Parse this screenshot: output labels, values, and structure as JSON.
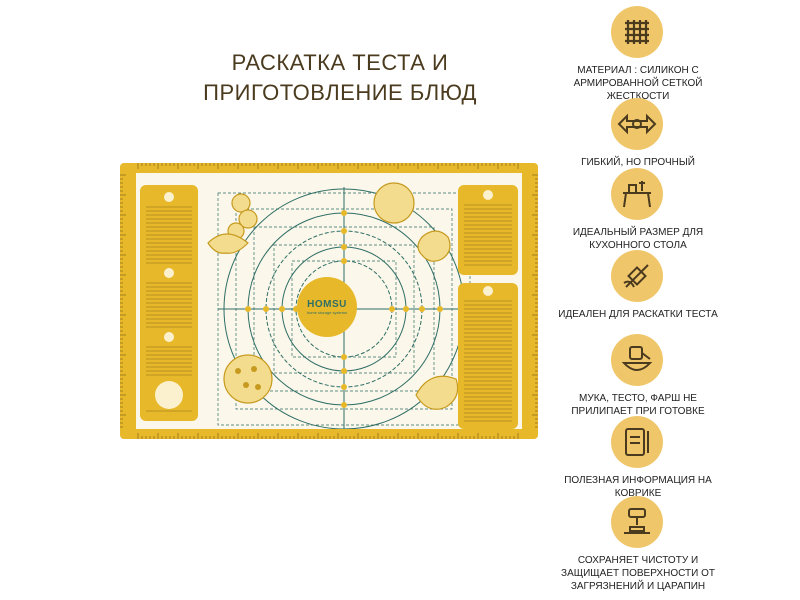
{
  "header": {
    "title_line1": "РАСКАТКА ТЕСТА И",
    "title_line2": "ПРИГОТОВЛЕНИЕ БЛЮД"
  },
  "mat": {
    "brand": "HOMSU",
    "brand_sub": "home storage systems",
    "colors": {
      "border": "#e7b92a",
      "surface": "#fbf7ea",
      "lines": "#2f6e66"
    }
  },
  "features": [
    {
      "icon": "grid-icon",
      "label": "МАТЕРИАЛ : СИЛИКОН С АРМИРОВАННОЙ СЕТКОЙ ЖЕСТКОСТИ"
    },
    {
      "icon": "flex-arrows-icon",
      "label": "ГИБКИЙ, НО ПРОЧНЫЙ"
    },
    {
      "icon": "kitchen-table-icon",
      "label": "ИДЕАЛЬНЫЙ РАЗМЕР ДЛЯ КУХОННОГО СТОЛА"
    },
    {
      "icon": "rolling-pin-icon",
      "label": "ИДЕАЛЕН ДЛЯ РАСКАТКИ ТЕСТА"
    },
    {
      "icon": "flour-bowl-icon",
      "label": "МУКА, ТЕСТО, ФАРШ НЕ ПРИЛИПАЕТ ПРИ ГОТОВКЕ"
    },
    {
      "icon": "recipe-book-icon",
      "label": "ПОЛЕЗНАЯ ИНФОРМАЦИЯ НА КОВРИКЕ"
    },
    {
      "icon": "clean-surface-icon",
      "label": "СОХРАНЯЕТ ЧИСТОТУ И ЗАЩИЩАЕТ ПОВЕРХНОСТИ ОТ ЗАГРЯЗНЕНИЙ И ЦАРАПИН"
    }
  ]
}
